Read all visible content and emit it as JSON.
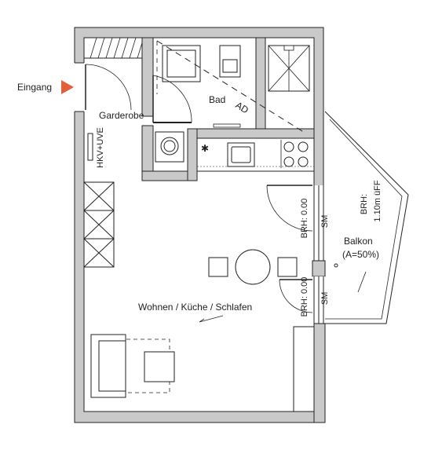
{
  "rooms": {
    "entrance": "Eingang",
    "wardrobe": "Garderobe",
    "bath": "Bad",
    "living": "Wohnen / Küche / Schlafen",
    "balcony": "Balkon",
    "balcony_area": "(A=50%)"
  },
  "annotations": {
    "hkv": "HKV+UVE",
    "ad": "AD",
    "brh_upper": "BRH: 0.00",
    "brh_lower": "BRH: 0.00",
    "sm_upper": "SM",
    "sm_lower": "SM",
    "brh_balcony_1": "BRH:",
    "brh_balcony_2": "1.10m üFF"
  },
  "colors": {
    "wall": "#c9c9c9",
    "line": "#222222",
    "entrance_marker": "#e2603a"
  }
}
